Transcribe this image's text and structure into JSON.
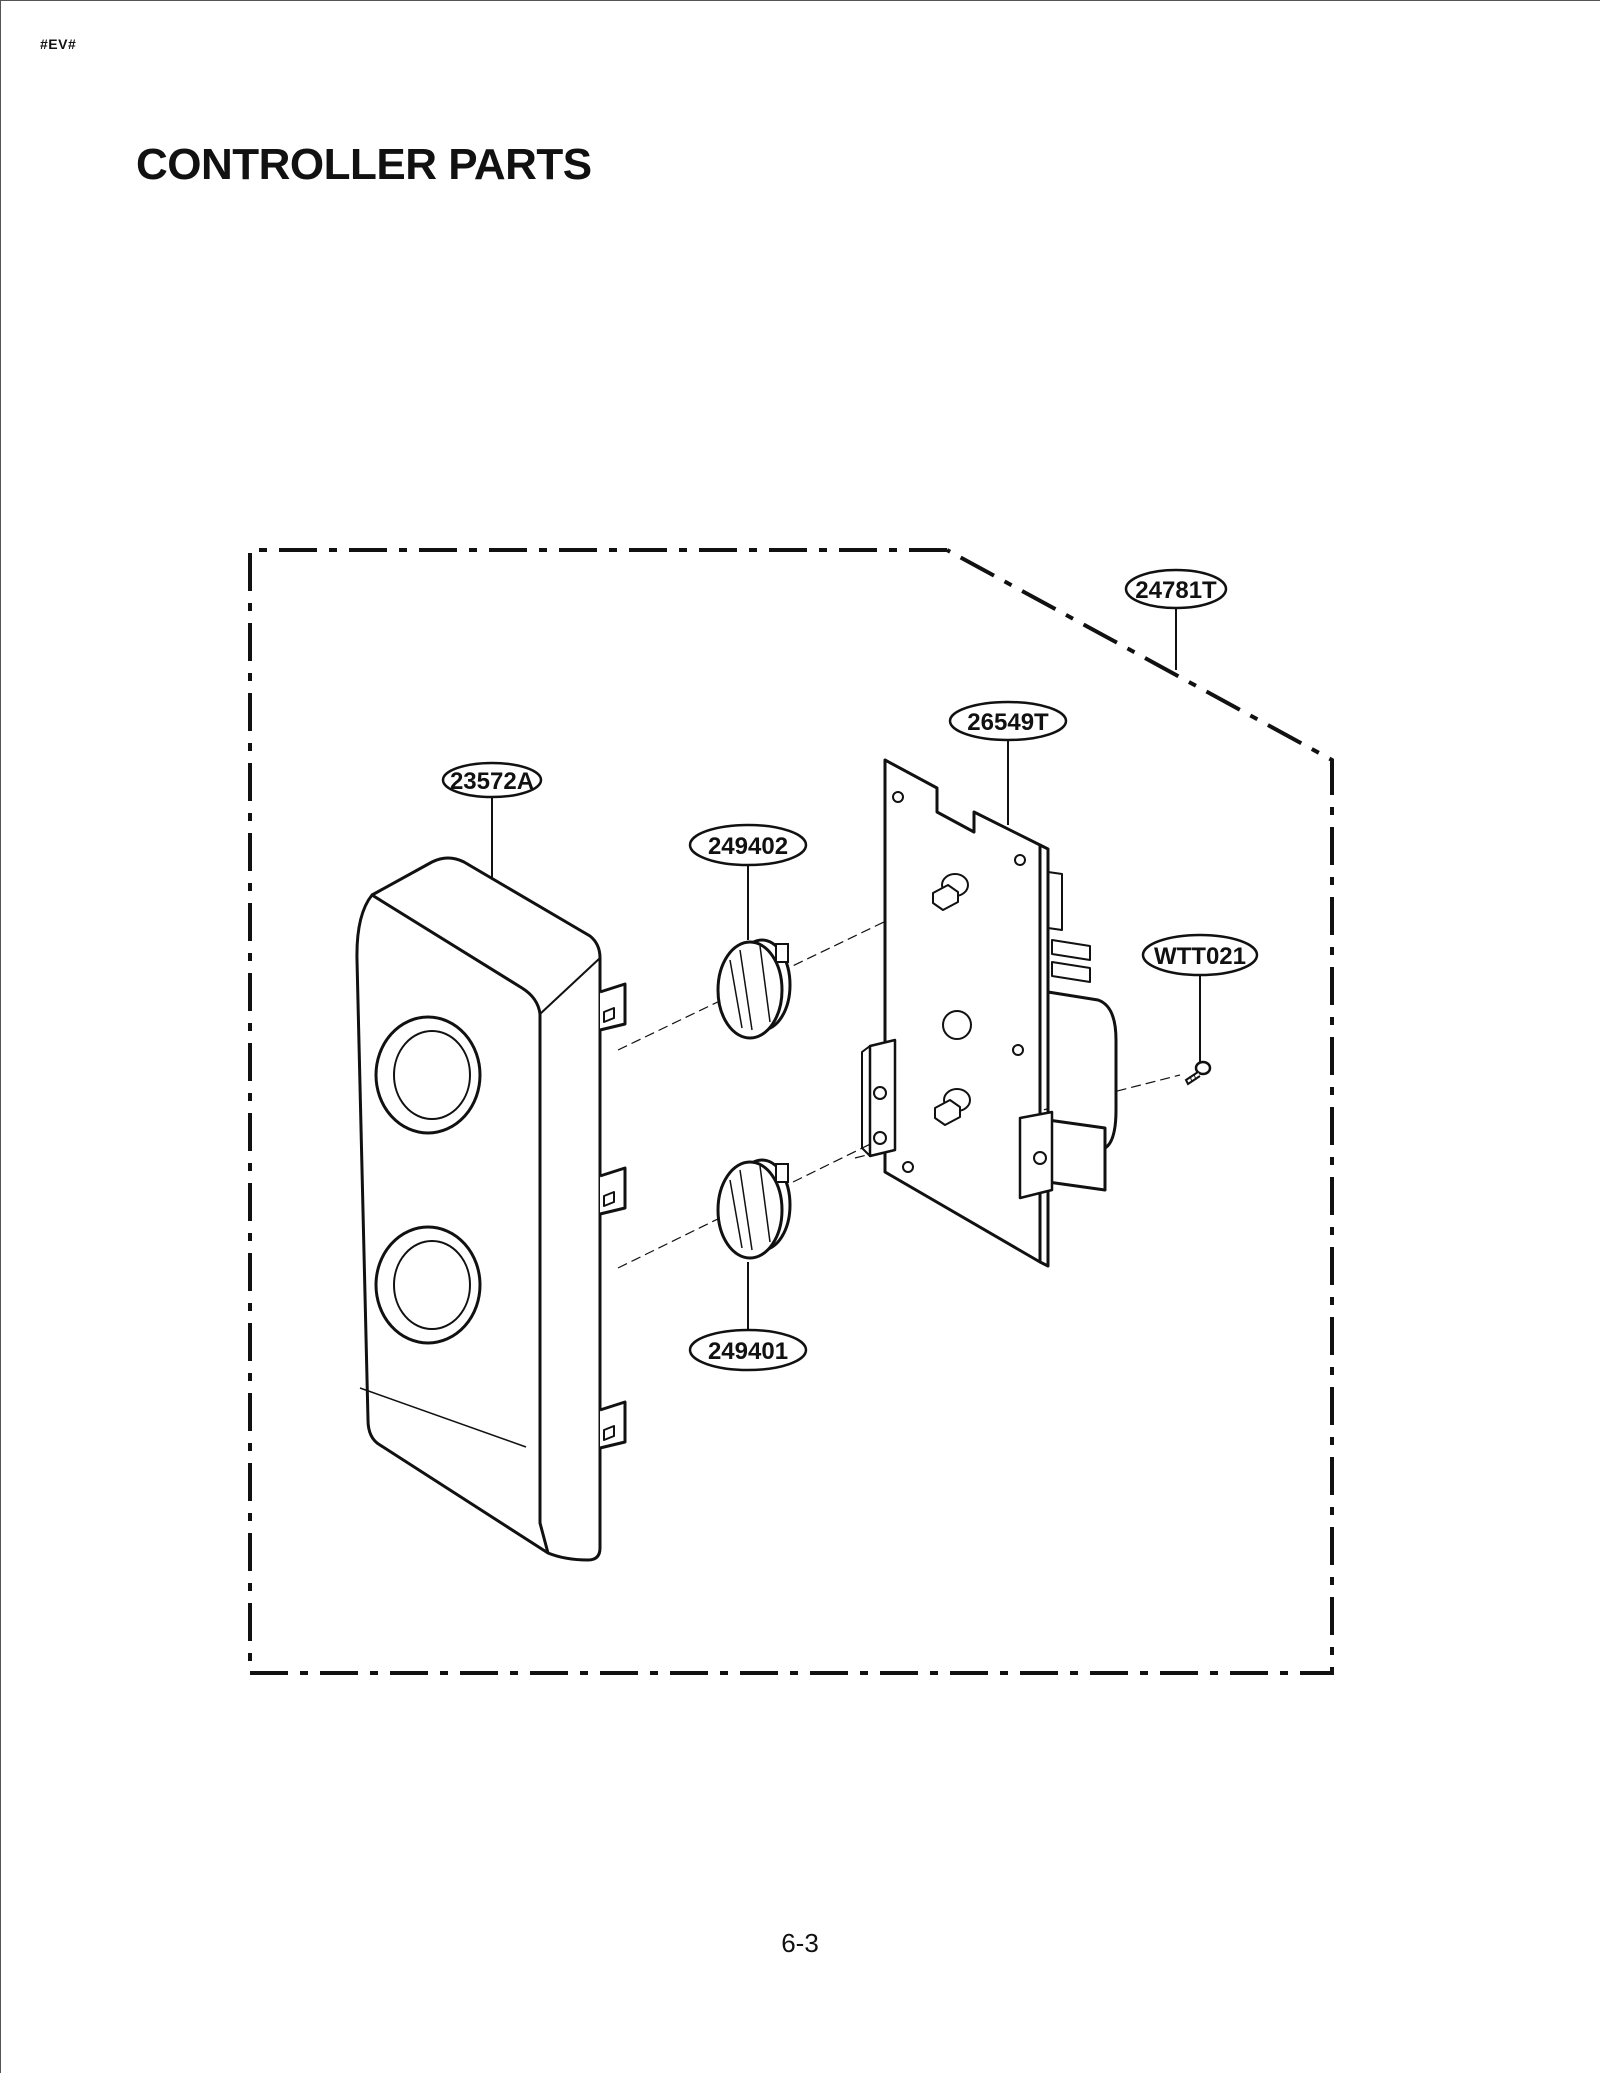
{
  "document": {
    "code": "#EV#",
    "title": "CONTROLLER PARTS",
    "page_number": "6-3"
  },
  "parts": [
    {
      "key": "assembly",
      "label": "24781T"
    },
    {
      "key": "bracket",
      "label": "26549T"
    },
    {
      "key": "panel",
      "label": "23572A"
    },
    {
      "key": "knob_upper",
      "label": "249402"
    },
    {
      "key": "knob_lower",
      "label": "249401"
    },
    {
      "key": "screw",
      "label": "WTT021"
    }
  ]
}
